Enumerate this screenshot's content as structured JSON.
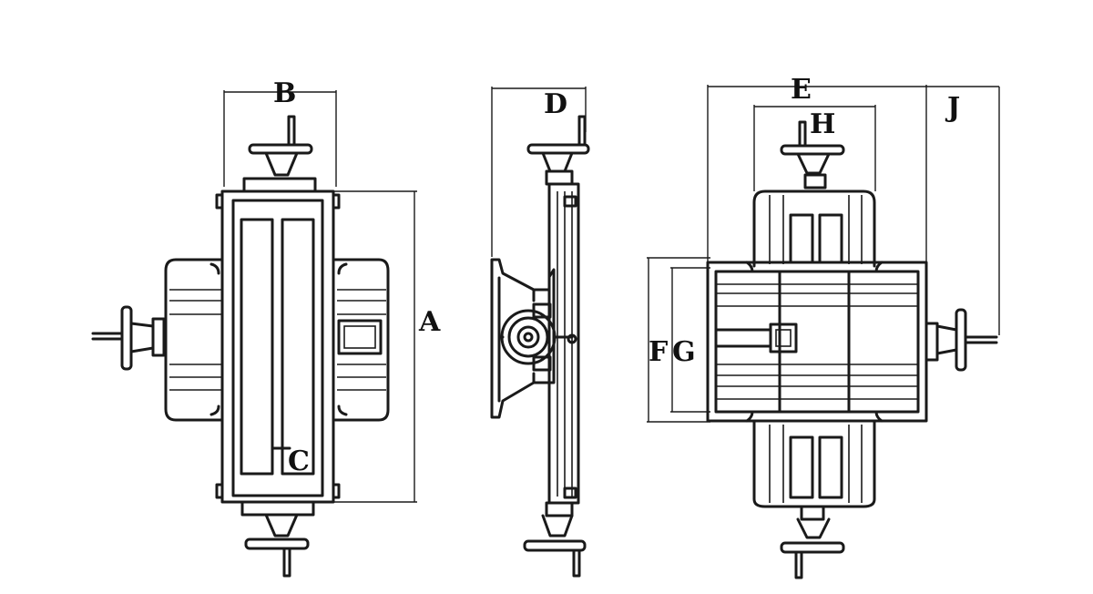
{
  "labels": {
    "a": "A",
    "b": "B",
    "c": "C",
    "d": "D",
    "e": "E",
    "f": "F",
    "g": "G",
    "h": "H",
    "j": "J"
  }
}
